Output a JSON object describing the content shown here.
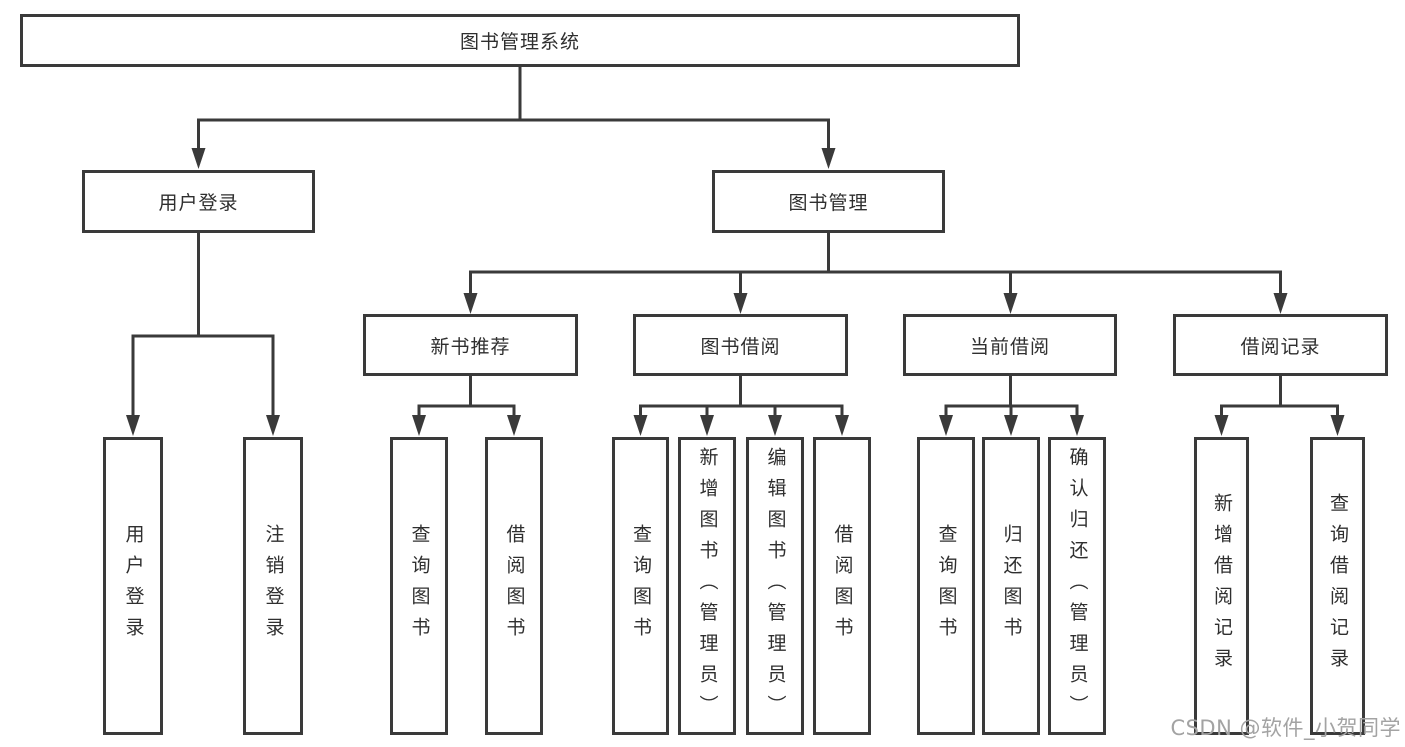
{
  "diagram": {
    "root": {
      "label": "图书管理系统"
    },
    "branches": [
      {
        "label": "用户登录",
        "leaves": [
          "用户登录",
          "注销登录"
        ]
      },
      {
        "label": "图书管理",
        "groups": [
          {
            "label": "新书推荐",
            "leaves": [
              "查询图书",
              "借阅图书"
            ]
          },
          {
            "label": "图书借阅",
            "leaves": [
              "查询图书",
              "新增图书（管理员）",
              "编辑图书（管理员）",
              "借阅图书"
            ]
          },
          {
            "label": "当前借阅",
            "leaves": [
              "查询图书",
              "归还图书",
              "确认归还（管理员）"
            ]
          },
          {
            "label": "借阅记录",
            "leaves": [
              "新增借阅记录",
              "查询借阅记录"
            ]
          }
        ]
      }
    ]
  },
  "watermark": {
    "text": "CSDN @软件_小贺同学"
  },
  "colors": {
    "line": "#3a3a3a",
    "box_border": "#3a3a3a",
    "box_background": "#ffffff",
    "text": "#2f2f2f",
    "watermark": "#a3a3a3",
    "page_background": "#ffffff"
  }
}
